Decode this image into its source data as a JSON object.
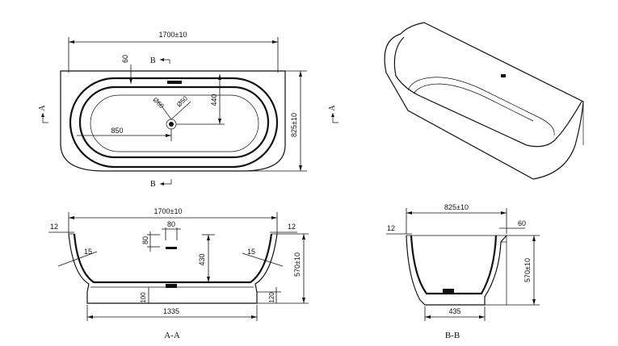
{
  "top_view": {
    "overall_length": "1700±10",
    "rim_offset": "60",
    "section_label_b": "B",
    "section_label_a": "A",
    "drain_dia_outer": "Ø60",
    "drain_dia_inner": "Ø50",
    "drain_from_end": "850",
    "drain_from_back": "440",
    "overall_width": "825±10"
  },
  "section_a": {
    "overall_length": "1700±10",
    "wall_left": "12",
    "wall_right": "12",
    "overflow_width": "80",
    "overflow_depth": "80",
    "slope_left": "15",
    "slope_right": "15",
    "inner_depth": "430",
    "overall_height": "570±10",
    "base_height_left": "100",
    "base_height_right": "120",
    "base_length": "1335",
    "title": "A-A"
  },
  "section_b": {
    "overall_width": "825±10",
    "rim_back": "60",
    "wall": "12",
    "overall_height": "570±10",
    "base_width": "435",
    "title": "B-B"
  },
  "colors": {
    "line": "#111111",
    "background": "#ffffff"
  }
}
